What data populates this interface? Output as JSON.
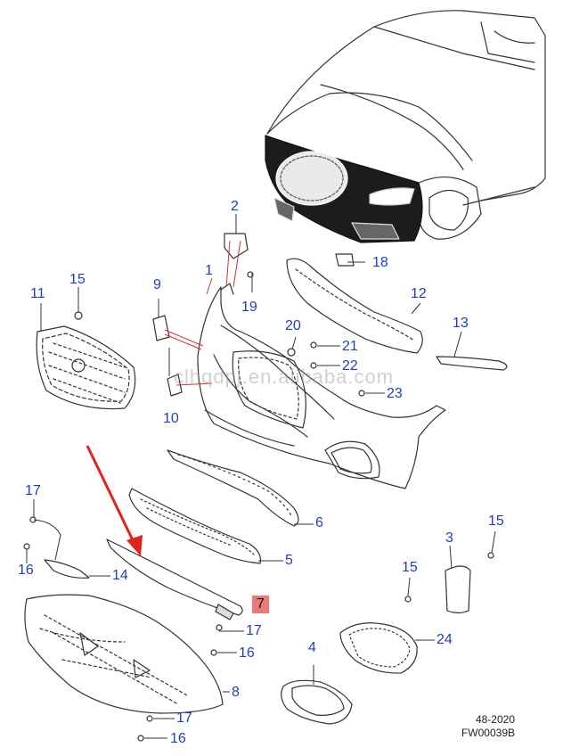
{
  "diagram": {
    "callouts": {
      "c1": "1",
      "c2": "2",
      "c3": "3",
      "c4": "4",
      "c5": "5",
      "c6": "6",
      "c7": "7",
      "c8": "8",
      "c9": "9",
      "c10": "10",
      "c11": "11",
      "c12": "12",
      "c13": "13",
      "c14": "14",
      "c15a": "15",
      "c15b": "15",
      "c15c": "15",
      "c16a": "16",
      "c16b": "16",
      "c16c": "16",
      "c17a": "17",
      "c17b": "17",
      "c17c": "17",
      "c18": "18",
      "c19": "19",
      "c20": "20",
      "c21": "21",
      "c22": "22",
      "c23": "23",
      "c24": "24"
    },
    "highlighted_part": "7",
    "reference": {
      "date": "48-2020",
      "code": "FW00039B"
    },
    "watermark": "clhqdpj.en.alibaba.com",
    "colors": {
      "callout": "#1f3fbf",
      "leader": "#cc3333",
      "highlight": "#e87a7a",
      "arrow": "#e0241b",
      "line": "#333333"
    }
  }
}
